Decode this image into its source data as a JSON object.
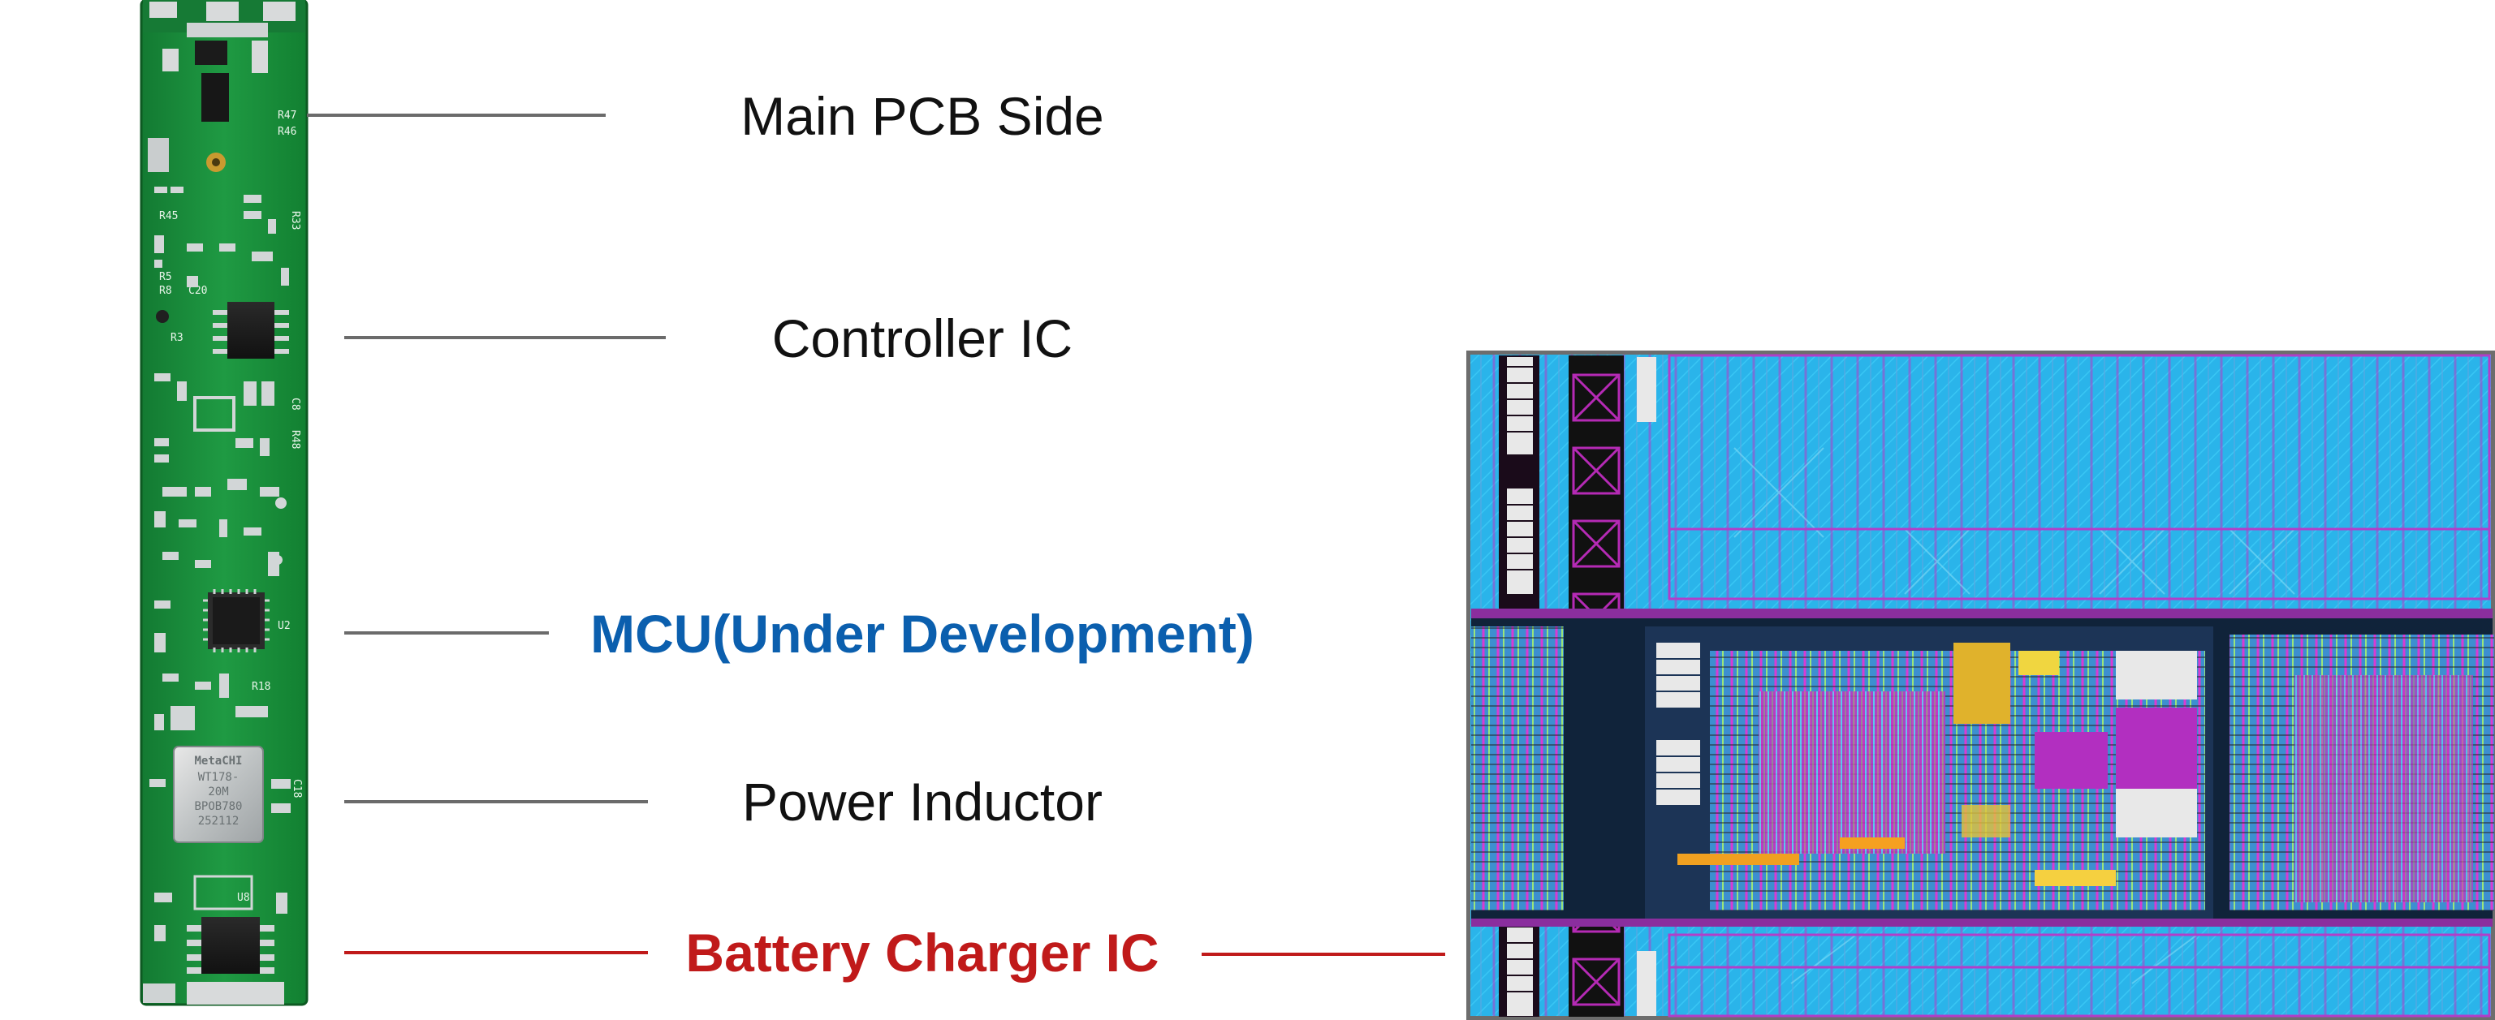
{
  "labels": {
    "main_pcb": "Main PCB Side",
    "controller": "Controller IC",
    "mcu": "MCU(Under Development)",
    "inductor": "Power Inductor",
    "charger": "Battery Charger IC"
  },
  "pcb": {
    "inductor_marking": [
      "MetaCHI",
      "WT178-",
      "20M",
      "BPOB780",
      "252112"
    ],
    "designators": [
      "R47",
      "R46",
      "R33",
      "R45",
      "R5",
      "R8",
      "C20",
      "R3",
      "C8",
      "R48",
      "U2",
      "R18",
      "C18",
      "U8"
    ]
  },
  "colors": {
    "board_green": "#1e8a3c",
    "board_dark": "#0f5a24",
    "callout_gray": "#6b6b6b",
    "callout_red": "#c01a1a",
    "mcu_blue": "#0b5fae",
    "layout_cyan": "#2ab4ea",
    "layout_magenta": "#c21fc2"
  }
}
